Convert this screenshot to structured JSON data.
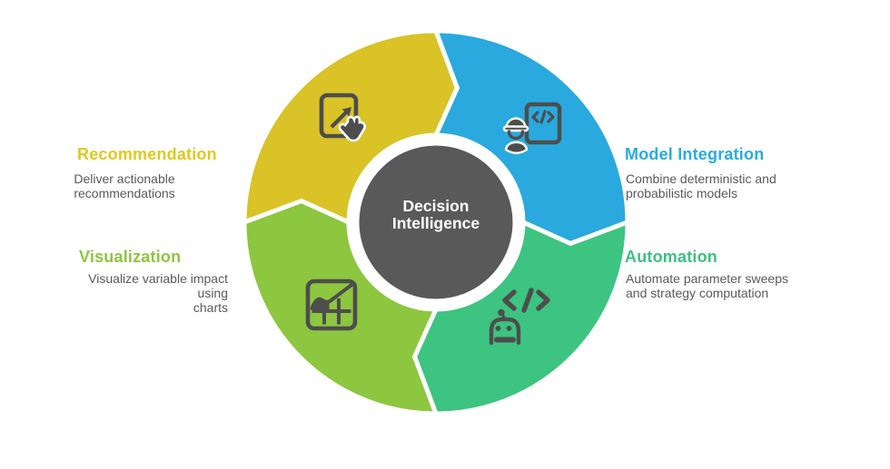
{
  "page": {
    "background_color": "#ffffff"
  },
  "center": {
    "lines": [
      "Decision",
      "Intelligence"
    ],
    "bg_color": "#595959",
    "ring_color": "#ffffff",
    "text_color": "#ffffff"
  },
  "icon_color": "#4d4d4d",
  "body_text_color": "#58595b",
  "segments": [
    {
      "id": "recommendation",
      "color": "#d9c327",
      "icon": "hand-tablet-arrow-icon"
    },
    {
      "id": "model-integration",
      "color": "#29a9de",
      "icon": "engineer-code-document-icon"
    },
    {
      "id": "automation",
      "color": "#3cc480",
      "icon": "robot-code-icon"
    },
    {
      "id": "visualization",
      "color": "#8dc63f",
      "icon": "chart-grid-icon"
    }
  ],
  "labels": {
    "recommendation": {
      "title": "Recommendation",
      "title_color": "#e3c81d",
      "body_lines": [
        "Deliver actionable",
        "recommendations"
      ]
    },
    "model_integration": {
      "title": "Model Integration",
      "title_color": "#29abe2",
      "body_lines": [
        "Combine deterministic and",
        "probabilistic models"
      ]
    },
    "automation": {
      "title": "Automation",
      "title_color": "#3dbf81",
      "body_lines": [
        "Automate parameter sweeps",
        "and strategy computation"
      ]
    },
    "visualization": {
      "title": "Visualization",
      "title_color": "#8dc63f",
      "body_lines": [
        "Visualize variable impact using",
        "charts"
      ]
    }
  }
}
